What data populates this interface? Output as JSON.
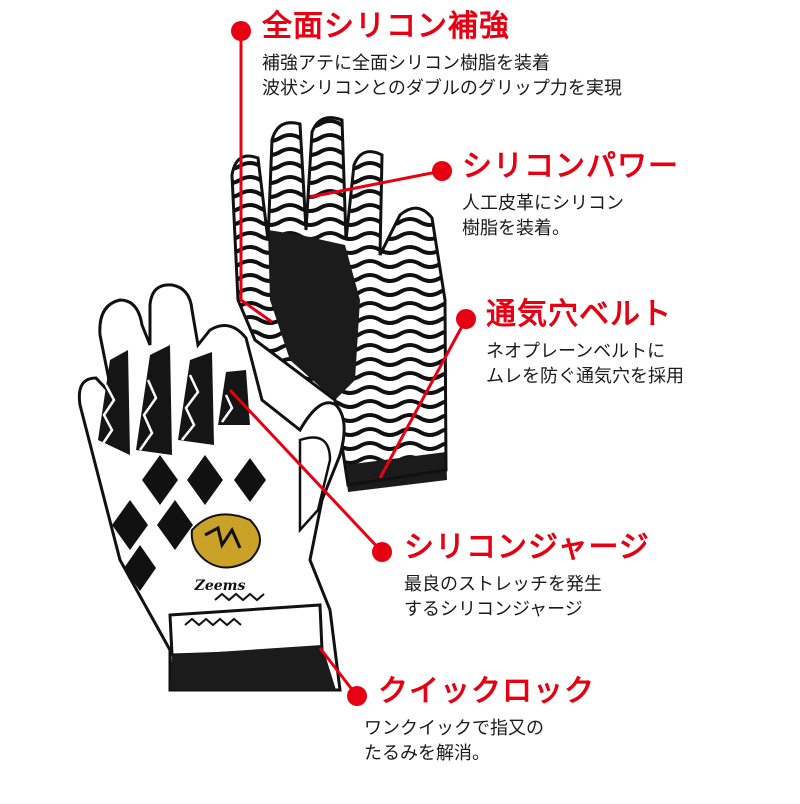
{
  "callouts": [
    {
      "title": "全面シリコン補強",
      "lines": [
        "補強アテに全面シリコン樹脂を装着",
        "波状シリコンとのダブルのグリップ力を実現"
      ]
    },
    {
      "title": "シリコンパワー",
      "lines": [
        "人工皮革にシリコン",
        "樹脂を装着。"
      ]
    },
    {
      "title": "通気穴ベルト",
      "lines": [
        "ネオプレーンベルトに",
        "ムレを防ぐ通気穴を採用"
      ]
    },
    {
      "title": "シリコンジャージ",
      "lines": [
        "最良のストレッチを発生",
        "するシリコンジャージ"
      ]
    },
    {
      "title": "クイックロック",
      "lines": [
        "ワンクイックで指又の",
        "たるみを解消。"
      ]
    }
  ],
  "logo": {
    "text": "Zeems"
  },
  "colors": {
    "accent": "#e60012",
    "text": "#1a1a1a",
    "ink": "#111111",
    "gold": "#c9a227"
  }
}
